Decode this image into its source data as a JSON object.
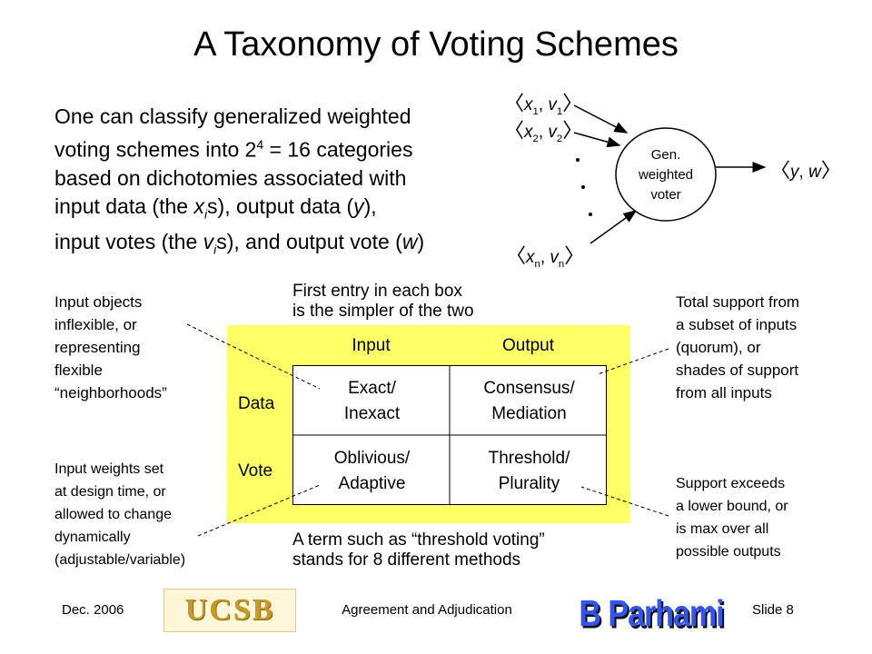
{
  "slide": {
    "title": "A Taxonomy of Voting Schemes"
  },
  "intro": {
    "line1": "One can classify generalized weighted",
    "line2_pre": "voting schemes into 2",
    "line2_sup": "4",
    "line2_post": " = 16 categories",
    "line3": "based on dichotomies associated with",
    "line4_pre": "input data (the ",
    "line4_var": "x",
    "line4_sub": "i",
    "line4_post1": "s), output data (",
    "line4_var2": "y",
    "line4_post2": "),",
    "line5_pre": "input votes (the ",
    "line5_var": "v",
    "line5_sub": "i",
    "line5_post1": "s), and output vote (",
    "line5_var2": "w",
    "line5_post2": ")"
  },
  "voter_diagram": {
    "inputs": [
      {
        "x": "x",
        "xsub": "1",
        "v": "v",
        "vsub": "1"
      },
      {
        "x": "x",
        "xsub": "2",
        "v": "v",
        "vsub": "2"
      },
      {
        "x": "x",
        "xsub": "n",
        "v": "v",
        "vsub": "n"
      }
    ],
    "node_label": [
      "Gen.",
      "weighted",
      "voter"
    ],
    "output": {
      "y": "y",
      "w": "w"
    }
  },
  "taxonomy": {
    "note_top": [
      "First entry in each box",
      "is the simpler of the two"
    ],
    "col_headers": [
      "Input",
      "Output"
    ],
    "row_headers": [
      "Data",
      "Vote"
    ],
    "cells": [
      [
        [
          "Exact/",
          "Inexact"
        ],
        [
          "Consensus/",
          "Mediation"
        ]
      ],
      [
        [
          "Oblivious/",
          "Adaptive"
        ],
        [
          "Threshold/",
          "Plurality"
        ]
      ]
    ],
    "note_bottom": [
      "A term such as “threshold voting”",
      "stands for 8 different methods"
    ]
  },
  "annotations": {
    "top_left": [
      "Input objects",
      "inflexible, or",
      "representing",
      "flexible",
      "“neighborhoods”"
    ],
    "bottom_left": [
      "Input weights set",
      "at design time, or",
      "allowed to change",
      "dynamically",
      "(adjustable/variable)"
    ],
    "top_right": [
      "Total support from",
      "a subset of inputs",
      "(quorum), or",
      "shades of support",
      "from all inputs"
    ],
    "bottom_right": [
      "Support exceeds",
      "a lower bound, or",
      "is max over all",
      "possible outputs"
    ]
  },
  "footer": {
    "date": "Dec. 2006",
    "center": "Agreement and Adjudication",
    "slide_no": "Slide 8",
    "logo_left": "UCSB",
    "logo_right": "B Parhami"
  },
  "colors": {
    "yellow_panel": "#ffff66",
    "ucsb_logo": "#c49a2a",
    "parhami_logo": "#3355ee"
  }
}
